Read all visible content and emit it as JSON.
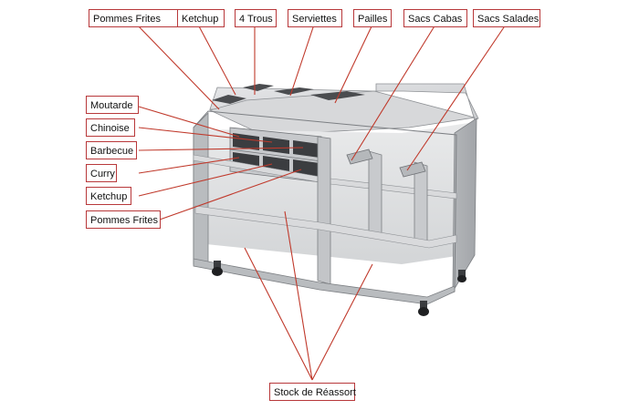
{
  "labels": {
    "top": [
      "Pommes Frites",
      "Ketchup",
      "4 Trous",
      "Serviettes",
      "Pailles",
      "Sacs Cabas",
      "Sacs Salades"
    ],
    "left": [
      "Moutarde",
      "Chinoise",
      "Barbecue",
      "Curry",
      "Ketchup",
      "Pommes Frites"
    ],
    "bottom": "Stock de Réassort"
  },
  "colors": {
    "leader_line": "#c0392b",
    "label_border": "#b8383a",
    "metal_light": "#dcdddf",
    "metal_mid": "#c4c6c9",
    "metal_dark": "#9fa2a6",
    "edge": "#7c7f83"
  }
}
